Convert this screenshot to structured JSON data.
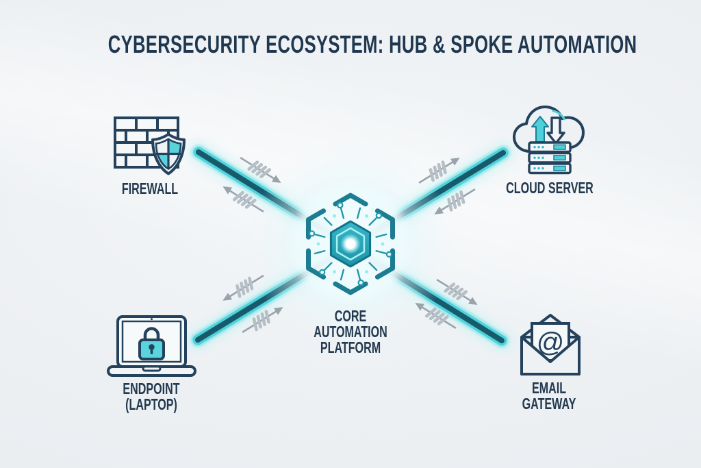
{
  "title": "CYBERSECURITY ECOSYSTEM: HUB & SPOKE AUTOMATION",
  "hub": {
    "id": "core-automation-platform",
    "icon": "hexagon-circuit-chip-icon",
    "label_lines": [
      "CORE",
      "AUTOMATION",
      "PLATFORM"
    ]
  },
  "nodes": [
    {
      "id": "firewall",
      "position": "top-left",
      "icon": "brick-wall-shield-icon",
      "label_lines": [
        "FIREWALL"
      ]
    },
    {
      "id": "cloud-server",
      "position": "top-right",
      "icon": "cloud-server-rack-icon",
      "label_lines": [
        "CLOUD SERVER"
      ]
    },
    {
      "id": "endpoint-laptop",
      "position": "bottom-left",
      "icon": "laptop-padlock-icon",
      "label_lines": [
        "ENDPOINT",
        "(LAPTOP)"
      ]
    },
    {
      "id": "email-gateway",
      "position": "bottom-right",
      "icon": "open-envelope-at-icon",
      "icon_glyph": "@",
      "label_lines": [
        "EMAIL",
        "GATEWAY"
      ]
    }
  ],
  "connections": [
    {
      "from": "core-automation-platform",
      "to": "firewall",
      "bidirectional": true
    },
    {
      "from": "core-automation-platform",
      "to": "cloud-server",
      "bidirectional": true
    },
    {
      "from": "core-automation-platform",
      "to": "endpoint-laptop",
      "bidirectional": true
    },
    {
      "from": "core-automation-platform",
      "to": "email-gateway",
      "bidirectional": true
    }
  ],
  "colors": {
    "background": "#edf0f3",
    "title_text": "#20384f",
    "icon_outline": "#24425c",
    "accent_teal": "#52d2da",
    "hub_fill": "#2aa5ba",
    "beam_core": "#175a6c",
    "beam_bright": "#4fd2da",
    "beam_glow": "#b5ecee",
    "flow_arrow_gray": "#98a3ab"
  }
}
